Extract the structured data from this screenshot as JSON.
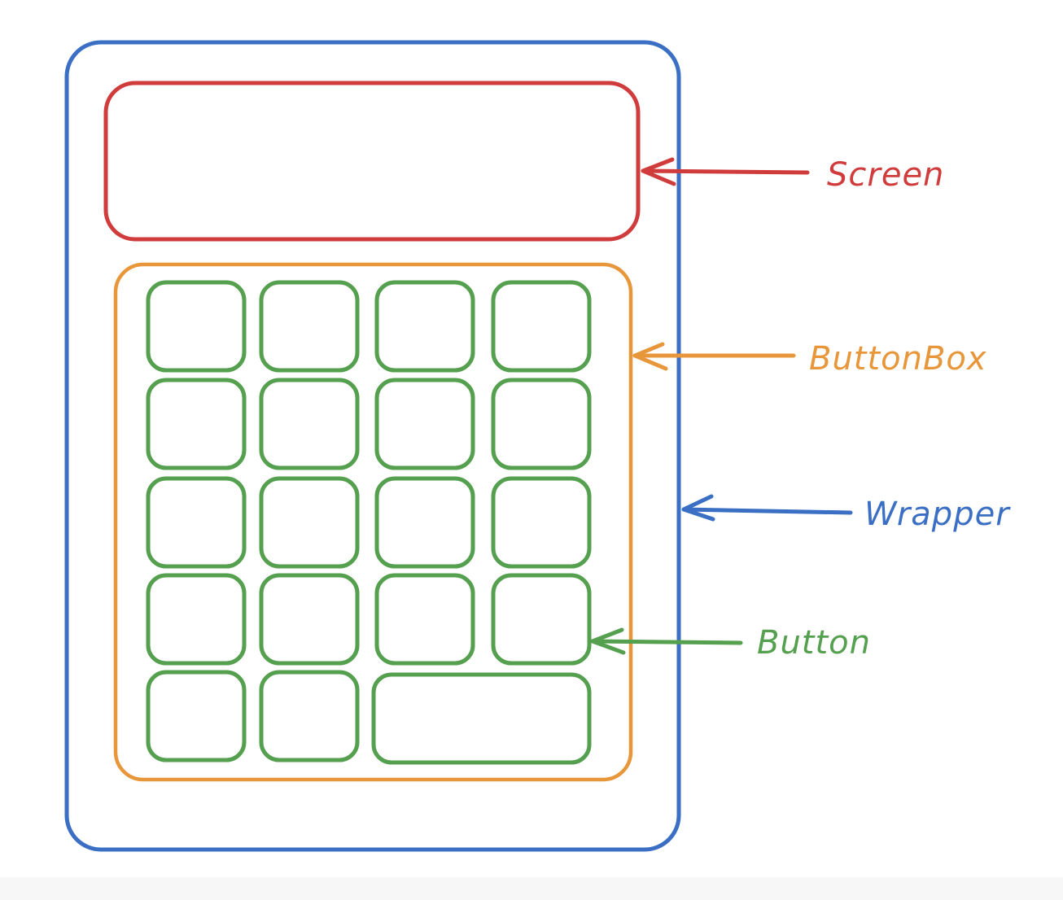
{
  "colors": {
    "wrapper": "#3a6fc4",
    "screen": "#d03c3c",
    "button_box": "#e8963a",
    "button": "#54a04f"
  },
  "labels": {
    "screen": "Screen",
    "button_box": "ButtonBox",
    "wrapper": "Wrapper",
    "button": "Button"
  },
  "button_grid": {
    "rows": 5,
    "columns": 4,
    "last_row_wide_button_span": 2
  }
}
